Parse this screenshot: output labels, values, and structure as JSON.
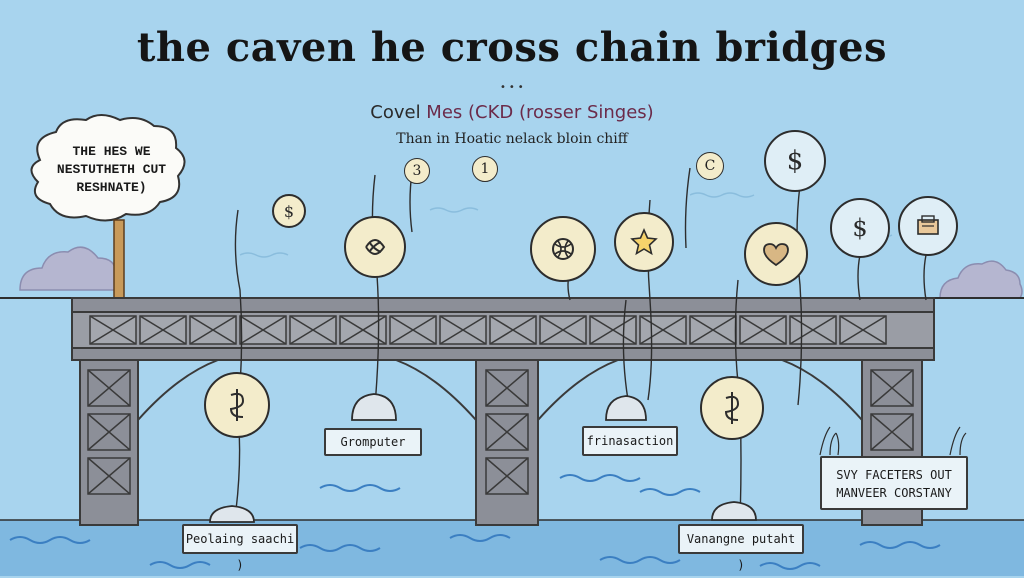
{
  "header": {
    "title": "the caven he  cross chain bridges",
    "subtitle_plain": "Covel ",
    "subtitle_accent": "Mes (CKD (rosser Singes)",
    "caption": "Than in Hoatic nelack bloin chiff"
  },
  "speech_cloud": {
    "lines": [
      "THE HES WE",
      "NESTUTHETH CUT",
      "RESHNATE)"
    ]
  },
  "number_markers": [
    "3",
    "1",
    "C"
  ],
  "tokens": {
    "dollar_small": "$",
    "dollar_big": "$",
    "dollar_right": "$"
  },
  "labels": {
    "gromputer": "Gromputer",
    "transaction": "frinasaction",
    "peolaing": "Peolaing saachi )",
    "vanang": "Vanangne putaht )",
    "sign_line1": "SVY FACETERS OUT",
    "sign_line2": "MANVEER CORSTANY"
  },
  "colors": {
    "sky": "#a8d4ee",
    "water": "#7fb8e0",
    "bridge_steel": "#8c8f98",
    "bridge_outline": "#3a3a3a",
    "token_fill": "#f3eccb",
    "accent": "#6b2b4a"
  }
}
